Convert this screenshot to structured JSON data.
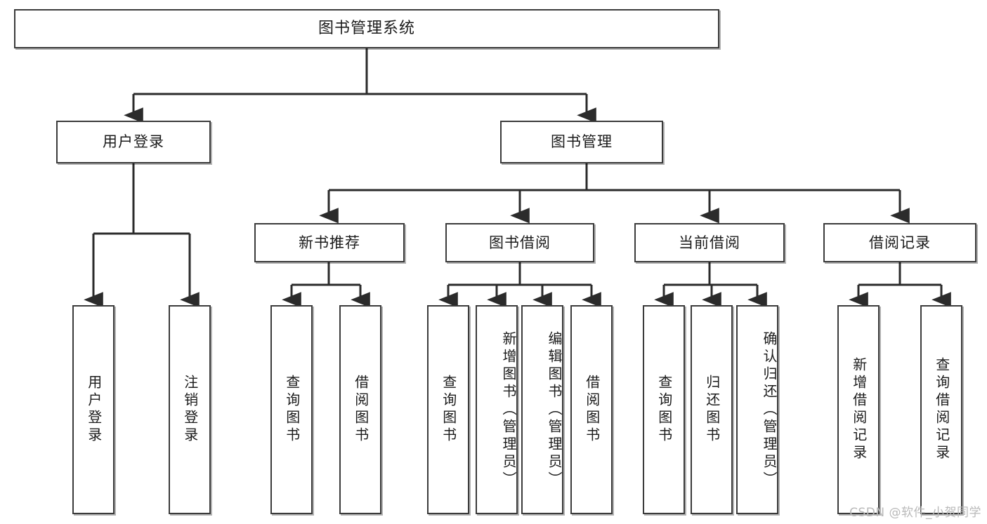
{
  "diagram": {
    "title": "图书管理系统",
    "type": "tree-hierarchy",
    "watermark": "CSDN @软件_小贺同学",
    "colors": {
      "border": "#3b3b3b",
      "background": "#ffffff",
      "text": "#1b1b1b",
      "edge": "#2b2b2b",
      "watermark": "#b9b9b9"
    },
    "nodes": {
      "root": {
        "label": "图书管理系统"
      },
      "level1": [
        {
          "id": "user-login",
          "label": "用户登录"
        },
        {
          "id": "book-manage",
          "label": "图书管理"
        }
      ],
      "level2": [
        {
          "id": "new-book-rec",
          "label": "新书推荐"
        },
        {
          "id": "book-borrow",
          "label": "图书借阅"
        },
        {
          "id": "current-borrow",
          "label": "当前借阅"
        },
        {
          "id": "borrow-record",
          "label": "借阅记录"
        }
      ],
      "leaves": {
        "user-login": [
          {
            "id": "leaf-user-login",
            "label": "用户登录"
          },
          {
            "id": "leaf-logout",
            "label": "注销登录"
          }
        ],
        "new-book-rec": [
          {
            "id": "leaf-query-book-1",
            "label": "查询图书"
          },
          {
            "id": "leaf-borrow-book-1",
            "label": "借阅图书"
          }
        ],
        "book-borrow": [
          {
            "id": "leaf-query-book-2",
            "label": "查询图书"
          },
          {
            "id": "leaf-add-book",
            "label": "新增图书（管理员）"
          },
          {
            "id": "leaf-edit-book",
            "label": "编辑图书（管理员）"
          },
          {
            "id": "leaf-borrow-book-2",
            "label": "借阅图书"
          }
        ],
        "current-borrow": [
          {
            "id": "leaf-query-book-3",
            "label": "查询图书"
          },
          {
            "id": "leaf-return-book",
            "label": "归还图书"
          },
          {
            "id": "leaf-confirm-return",
            "label": "确认归还（管理员）"
          }
        ],
        "borrow-record": [
          {
            "id": "leaf-add-record",
            "label": "新增借阅记录"
          },
          {
            "id": "leaf-query-record",
            "label": "查询借阅记录"
          }
        ]
      }
    }
  }
}
